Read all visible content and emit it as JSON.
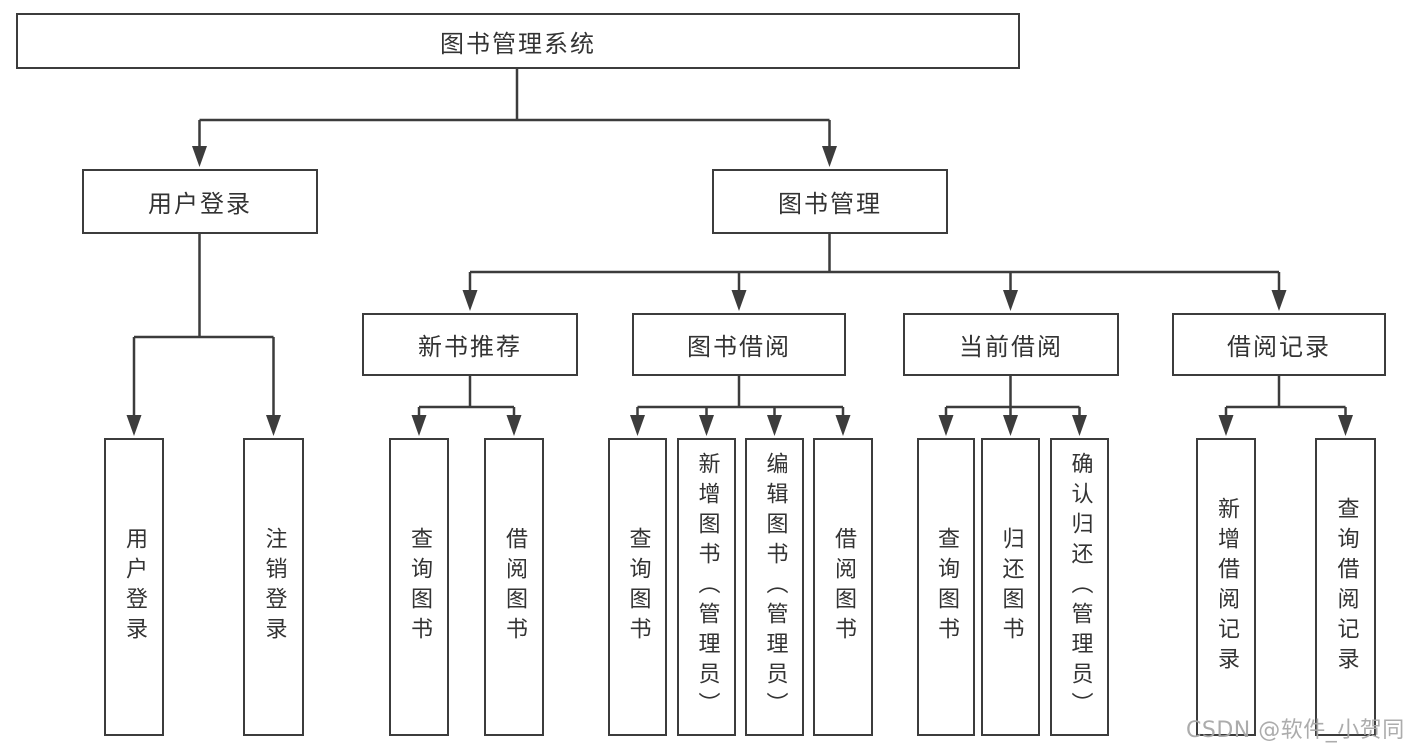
{
  "diagram": {
    "title": "图书管理系统",
    "watermark": "CSDN @软件_小贺同学",
    "colors": {
      "line": "#3c3c3c",
      "text": "#333333",
      "watermark": "#a8a8a8",
      "background": "#ffffff"
    }
  },
  "nodes": {
    "root": {
      "label": "图书管理系统"
    },
    "level2": [
      {
        "label": "用户登录"
      },
      {
        "label": "图书管理"
      }
    ],
    "level3": [
      {
        "label": "新书推荐"
      },
      {
        "label": "图书借阅"
      },
      {
        "label": "当前借阅"
      },
      {
        "label": "借阅记录"
      }
    ],
    "leaves": {
      "user_login": [
        "用户登录",
        "注销登录"
      ],
      "new_book": [
        "查询图书",
        "借阅图书"
      ],
      "book_borrow": [
        "查询图书",
        "新增图书（管理员）",
        "编辑图书（管理员）",
        "借阅图书"
      ],
      "current_borrow": [
        "查询图书",
        "归还图书",
        "确认归还（管理员）"
      ],
      "borrow_record": [
        "新增借阅记录",
        "查询借阅记录"
      ]
    }
  }
}
